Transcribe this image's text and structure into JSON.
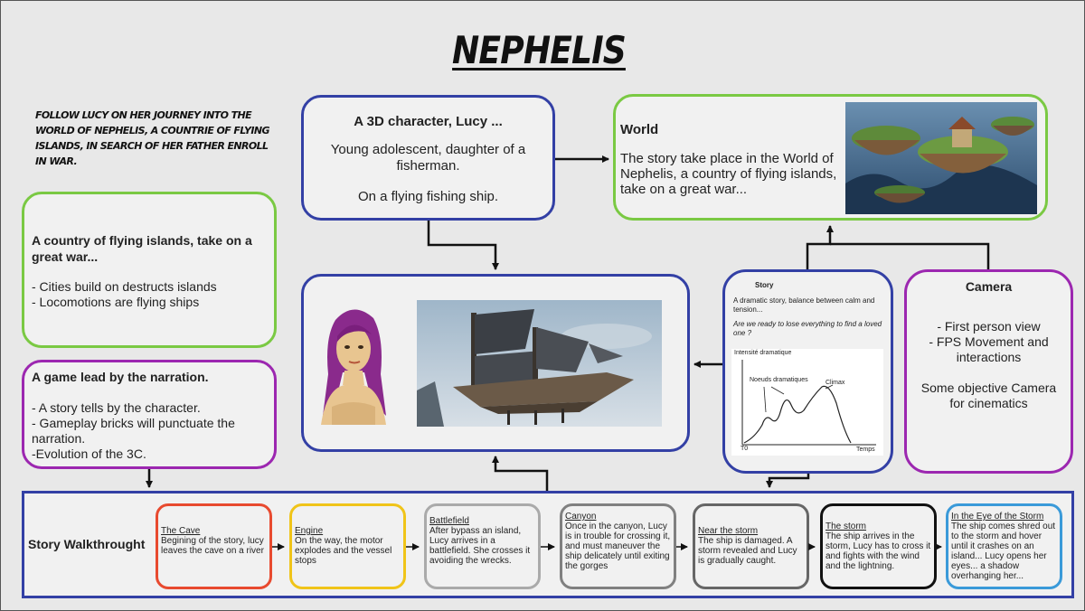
{
  "title": "NEPHELIS",
  "intro": "Follow Lucy on her journey into the world of Nephelis, a countrie of flying islands, in search of her father enroll in war.",
  "character": {
    "heading": "A 3D character, Lucy ...",
    "line1": "Young adolescent, daughter of a fisherman.",
    "line2": "On a flying fishing ship."
  },
  "world": {
    "heading": "World",
    "text": "The story take place in the World of Nephelis, a country of flying islands, take on a great war..."
  },
  "country": {
    "heading": "A country of flying islands, take on a great war...",
    "item1": "- Cities build on destructs islands",
    "item2": "- Locomotions are flying ships"
  },
  "narration": {
    "heading": "A game lead by the narration.",
    "item1": "- A story tells by the character.",
    "item2": "- Gameplay bricks will punctuate the narration.",
    "item3": "-Evolution of the 3C."
  },
  "story": {
    "heading": "Story",
    "text": "A dramatic story, balance between calm and tension...",
    "question": "Are we ready to lose everything to find a loved one ?",
    "graph": {
      "ylabel": "Intensité dramatique",
      "nodes": "Noeuds dramatiques",
      "climax": "Climax",
      "t0": "T0",
      "xlabel": "Temps"
    }
  },
  "camera": {
    "heading": "Camera",
    "line1": "- First person view",
    "line2": "- FPS Movement and interactions",
    "line3": "Some objective Camera for cinematics"
  },
  "walkthrough": {
    "label": "Story Walkthrought",
    "stages": [
      {
        "name": "The Cave",
        "text": "Begining of the story, lucy leaves the cave on a river",
        "color": "#e84a2f"
      },
      {
        "name": "Engine",
        "text": "On the way, the motor explodes and the vessel stops",
        "color": "#f0c419"
      },
      {
        "name": "Battlefield",
        "text": "After bypass an island, Lucy arrives in a battlefield. She crosses it avoiding the wrecks.",
        "color": "#aaaaaa"
      },
      {
        "name": "Canyon",
        "text": "Once in the canyon, Lucy is in trouble for crossing it, and must maneuver the ship delicately until exiting the gorges",
        "color": "#808080"
      },
      {
        "name": "Near the storm",
        "text": "The ship is damaged. A storm revealed and Lucy is gradually caught.",
        "color": "#666666"
      },
      {
        "name": "The storm",
        "text": "The ship arrives in the storm, Lucy has to cross it and fights with the wind and the lightning.",
        "color": "#111111"
      },
      {
        "name": "In the Eye of the Storm",
        "text": "The ship comes shred out to the storm and hover until it crashes on an island... Lucy opens her eyes... a shadow overhanging her...",
        "color": "#3a9ad9"
      }
    ]
  },
  "colors": {
    "green": "#7ac943",
    "blue": "#3340a5",
    "purple": "#9c27b0"
  }
}
